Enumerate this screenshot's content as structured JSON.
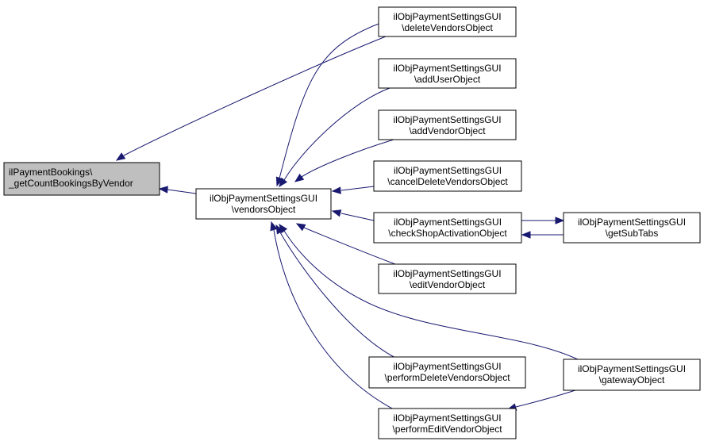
{
  "colors": {
    "edge": "#191970",
    "highlight_node_fill": "#bfbfbf",
    "node_fill": "#ffffff",
    "node_stroke": "#000000"
  },
  "nodes": {
    "root": {
      "line1": "ilPaymentBookings\\",
      "line2": "_getCountBookingsByVendor",
      "highlighted": true
    },
    "vendors": {
      "line1": "ilObjPaymentSettingsGUI",
      "line2": "\\vendorsObject"
    },
    "deleteVendors": {
      "line1": "ilObjPaymentSettingsGUI",
      "line2": "\\deleteVendorsObject"
    },
    "addUser": {
      "line1": "ilObjPaymentSettingsGUI",
      "line2": "\\addUserObject"
    },
    "addVendor": {
      "line1": "ilObjPaymentSettingsGUI",
      "line2": "\\addVendorObject"
    },
    "cancelDelete": {
      "line1": "ilObjPaymentSettingsGUI",
      "line2": "\\cancelDeleteVendorsObject"
    },
    "checkShop": {
      "line1": "ilObjPaymentSettingsGUI",
      "line2": "\\checkShopActivationObject"
    },
    "editVendor": {
      "line1": "ilObjPaymentSettingsGUI",
      "line2": "\\editVendorObject"
    },
    "performDelete": {
      "line1": "ilObjPaymentSettingsGUI",
      "line2": "\\performDeleteVendorsObject"
    },
    "performEdit": {
      "line1": "ilObjPaymentSettingsGUI",
      "line2": "\\performEditVendorObject"
    },
    "getSubTabs": {
      "line1": "ilObjPaymentSettingsGUI",
      "line2": "\\getSubTabs"
    },
    "gateway": {
      "line1": "ilObjPaymentSettingsGUI",
      "line2": "\\gatewayObject"
    }
  },
  "edges": [
    {
      "from": "vendors",
      "to": "root"
    },
    {
      "from": "deleteVendors",
      "to": "root"
    },
    {
      "from": "deleteVendors",
      "to": "vendors"
    },
    {
      "from": "addUser",
      "to": "vendors"
    },
    {
      "from": "addVendor",
      "to": "vendors"
    },
    {
      "from": "cancelDelete",
      "to": "vendors"
    },
    {
      "from": "checkShop",
      "to": "vendors"
    },
    {
      "from": "editVendor",
      "to": "vendors"
    },
    {
      "from": "performDelete",
      "to": "vendors"
    },
    {
      "from": "performEdit",
      "to": "vendors"
    },
    {
      "from": "gateway",
      "to": "vendors"
    },
    {
      "from": "checkShop",
      "to": "getSubTabs"
    },
    {
      "from": "getSubTabs",
      "to": "checkShop"
    },
    {
      "from": "gateway",
      "to": "performEdit"
    }
  ]
}
